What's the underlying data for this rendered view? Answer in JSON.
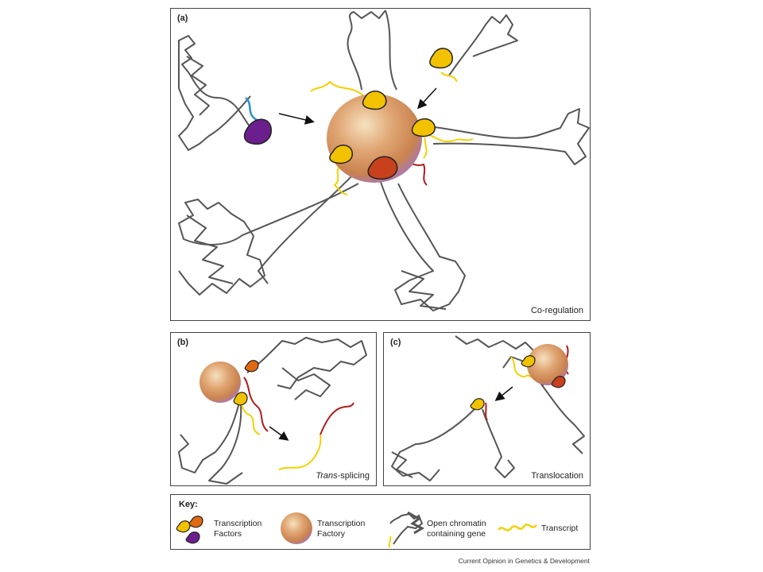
{
  "panels": {
    "a": {
      "letter": "(a)",
      "caption": "Co-regulation"
    },
    "b": {
      "letter": "(b)",
      "caption_italic": "Trans",
      "caption_rest": "-splicing"
    },
    "c": {
      "letter": "(c)",
      "caption": "Translocation"
    }
  },
  "key": {
    "title": "Key:",
    "transcription_factors": "Transcription Factors",
    "transcription_factory": "Transcription Factory",
    "open_chromatin": "Open chromatin containing gene",
    "transcript": "Transcript"
  },
  "footer": "Current Opinion in Genetics & Development",
  "colors": {
    "chromatin": "#555555",
    "transcript": "#f5d000",
    "factor_yellow": "#f2c200",
    "factor_orange": "#e06a10",
    "factor_red": "#c8401c",
    "factor_purple": "#6a1f8c",
    "gene_blue": "#2a8fd0",
    "gene_red": "#b01c1c"
  },
  "icons": [
    "arrow-icon",
    "transcription-factory-icon",
    "transcription-factor-icon",
    "chromatin-icon",
    "transcript-icon"
  ]
}
